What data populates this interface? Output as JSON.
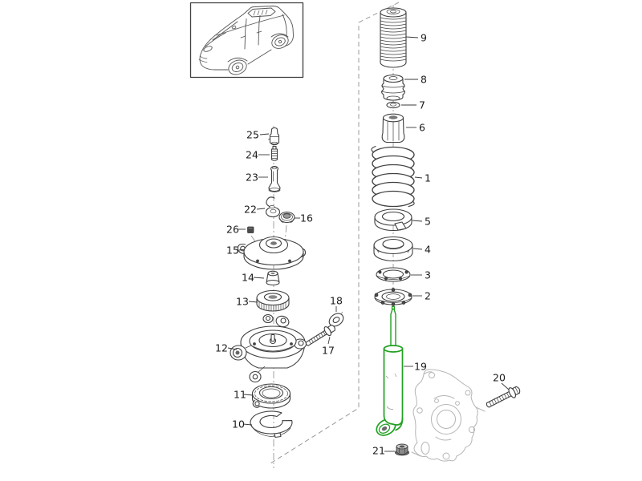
{
  "diagram": {
    "vehicle_inset": "cayenne-style-suv-isometric-line-drawing",
    "highlighted_part_number": "19",
    "colors": {
      "highlight_green": "#22a022",
      "line": "#3f3f3f",
      "muted_gray": "#b5b5b5",
      "separator_gray": "#9a9a9a",
      "label_text": "#1a1a1a"
    },
    "parts": {
      "p1": "1",
      "p2": "2",
      "p3": "3",
      "p4": "4",
      "p5": "5",
      "p6": "6",
      "p7": "7",
      "p8": "8",
      "p9": "9",
      "p10": "10",
      "p11": "11",
      "p12": "12",
      "p13": "13",
      "p14": "14",
      "p15": "15",
      "p16": "16",
      "p17": "17",
      "p18": "18",
      "p19": "19",
      "p20": "20",
      "p21": "21",
      "p22": "22",
      "p23": "23",
      "p24": "24",
      "p25": "25",
      "p26": "26"
    }
  }
}
